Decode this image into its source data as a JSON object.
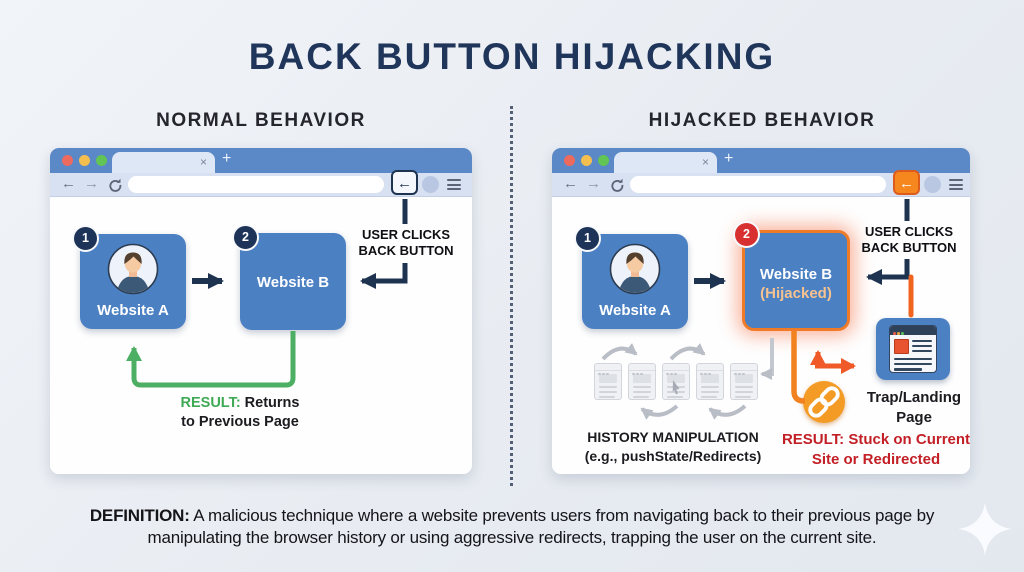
{
  "title": "BACK BUTTON HIJACKING",
  "browser": {
    "tab_close_glyph": "×",
    "new_tab_glyph": "+",
    "back_glyph": "←",
    "forward_glyph": "→"
  },
  "normal": {
    "heading": "NORMAL BEHAVIOR",
    "step1_badge": "1",
    "step2_badge": "2",
    "website_a_label": "Website A",
    "website_b_label": "Website B",
    "user_clicks_line1": "USER CLICKS",
    "user_clicks_line2": "BACK BUTTON",
    "result_label": "RESULT:",
    "result_line1_rest": " Returns",
    "result_line2": "to Previous Page"
  },
  "hijacked": {
    "heading": "HIJACKED BEHAVIOR",
    "step1_badge": "1",
    "step2_badge": "2",
    "website_a_label": "Website A",
    "website_b_line1": "Website B",
    "website_b_line2": "(Hijacked)",
    "user_clicks_line1": "USER CLICKS",
    "user_clicks_line2": "BACK BUTTON",
    "history_line1": "HISTORY MANIPULATION",
    "history_line2": "(e.g., pushState/Redirects)",
    "trap_line1": "Trap/Landing",
    "trap_line2": "Page",
    "result_label": "RESULT:",
    "result_line1_rest": " Stuck on Current",
    "result_line2": "Site or Redirected"
  },
  "definition": {
    "label": "DEFINITION:",
    "text": " A malicious technique where a website prevents users from navigating back to their previous page by manipulating the browser history or using aggressive redirects, trapping the user on the current site."
  },
  "colors": {
    "navy": "#1d3350",
    "site_blue": "#4b80c3",
    "green": "#3faa56",
    "orange": "#f2811f",
    "red": "#c21f26"
  }
}
